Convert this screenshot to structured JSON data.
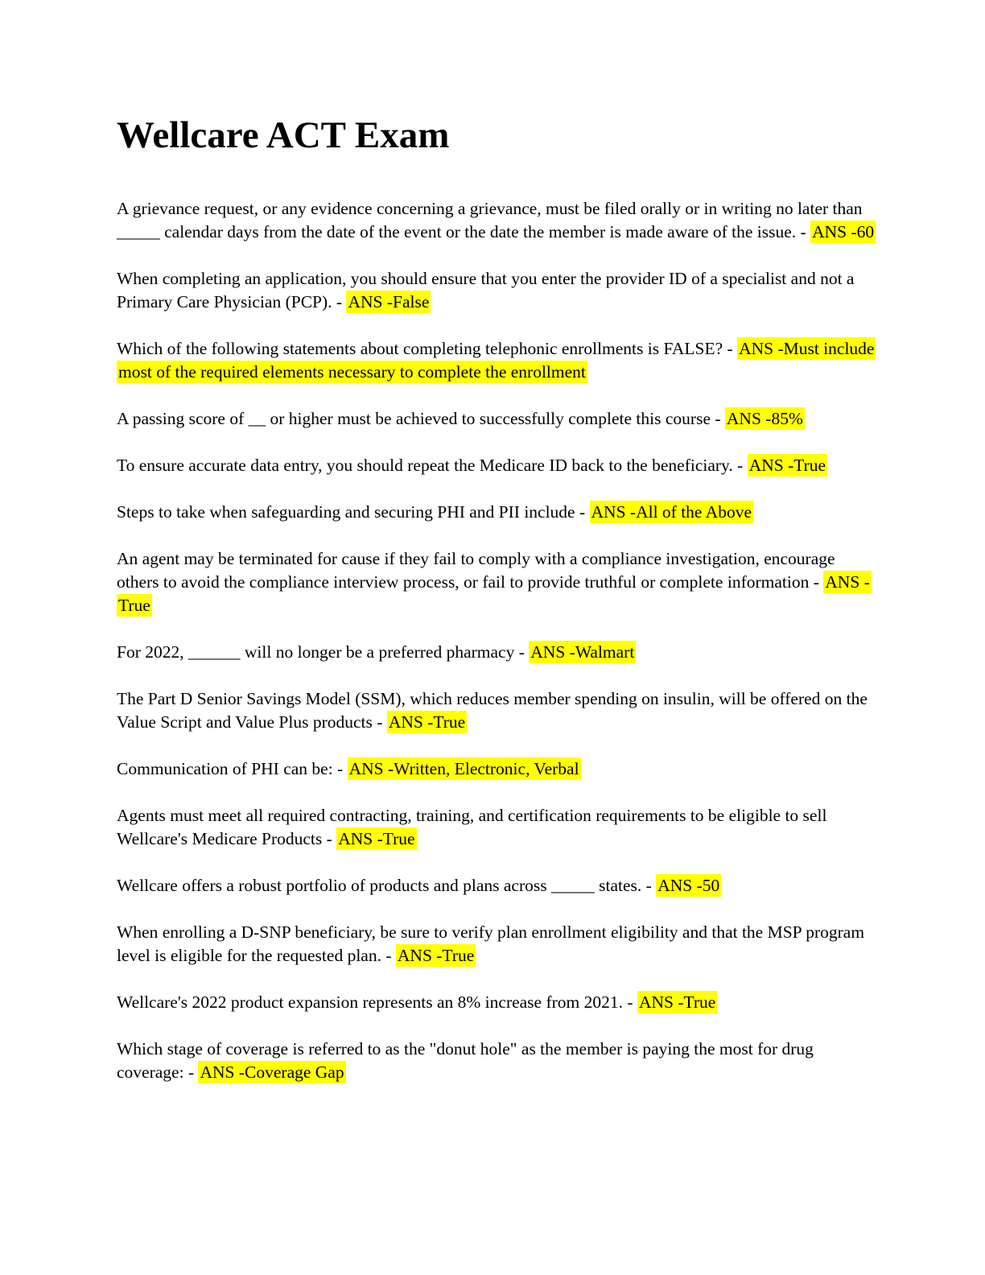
{
  "title": "Wellcare ACT Exam",
  "separator": " - ",
  "highlight_color": "#ffff00",
  "text_color": "#000000",
  "qa_items": [
    {
      "question": "A grievance request, or any evidence concerning a grievance, must be filed orally or in writing no later than _____ calendar days from the date of the event or the date the member is made aware of the issue.",
      "answer": "ANS -60"
    },
    {
      "question": "When completing an application, you should ensure that you enter the provider ID of a specialist and not a Primary Care Physician (PCP).",
      "answer": "ANS -False"
    },
    {
      "question": "Which of the following statements about completing telephonic enrollments is FALSE?",
      "answer": "ANS -Must include most of the required elements necessary to complete the enrollment"
    },
    {
      "question": "A passing score of __ or higher must be achieved to successfully complete this course",
      "answer": "ANS -85%"
    },
    {
      "question": "To ensure accurate data entry, you should repeat the Medicare ID back to the beneficiary.",
      "answer": "ANS -True"
    },
    {
      "question": "Steps to take when safeguarding and securing PHI and PII include",
      "answer": "ANS -All of the Above"
    },
    {
      "question": "An agent may be terminated for cause if they fail to comply with a compliance investigation, encourage others to avoid the compliance interview process, or fail to provide truthful or complete information",
      "answer": "ANS -True"
    },
    {
      "question": "For 2022, ______ will no longer be a preferred pharmacy",
      "answer": "ANS -Walmart"
    },
    {
      "question": "The Part D Senior Savings Model (SSM), which reduces member spending on insulin, will be offered on the Value Script and Value Plus products",
      "answer": "ANS -True"
    },
    {
      "question": "Communication of PHI can be:",
      "answer": "ANS -Written, Electronic, Verbal"
    },
    {
      "question": "Agents must meet all required contracting, training, and certification requirements to be eligible to sell Wellcare's Medicare Products",
      "answer": "ANS -True"
    },
    {
      "question": "Wellcare offers a robust portfolio of products and plans across _____ states.",
      "answer": "ANS -50"
    },
    {
      "question": "When enrolling a D-SNP beneficiary, be sure to verify plan enrollment eligibility and that the MSP program level is eligible for the requested plan.",
      "answer": "ANS -True"
    },
    {
      "question": "Wellcare's 2022 product expansion represents an 8% increase from 2021.",
      "answer": "ANS -True"
    },
    {
      "question": "Which stage of coverage is referred to as the \"donut hole\" as the member is paying the most for drug coverage:",
      "answer": "ANS -Coverage Gap"
    }
  ]
}
